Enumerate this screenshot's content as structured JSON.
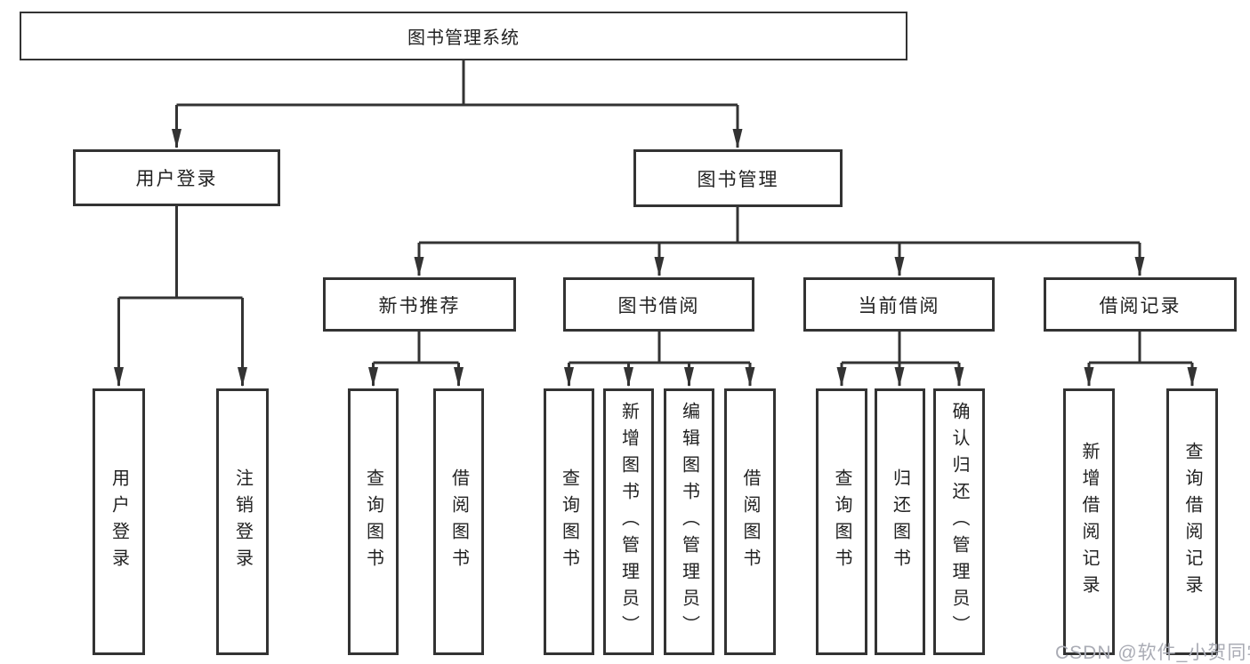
{
  "colors": {
    "background": "#ffffff",
    "line": "#333333",
    "box_border": "#333333",
    "text": "#222222",
    "watermark": "#aaacb5"
  },
  "tree": {
    "root": {
      "label": "图书管理系统"
    },
    "children": [
      {
        "label": "用户登录",
        "children": [
          {
            "label": "用户登录"
          },
          {
            "label": "注销登录"
          }
        ]
      },
      {
        "label": "图书管理",
        "children": [
          {
            "label": "新书推荐",
            "children": [
              {
                "label": "查询图书"
              },
              {
                "label": "借阅图书"
              }
            ]
          },
          {
            "label": "图书借阅",
            "children": [
              {
                "label": "查询图书"
              },
              {
                "label": "新增图书（管理员）"
              },
              {
                "label": "编辑图书（管理员）"
              },
              {
                "label": "借阅图书"
              }
            ]
          },
          {
            "label": "当前借阅",
            "children": [
              {
                "label": "查询图书"
              },
              {
                "label": "归还图书"
              },
              {
                "label": "确认归还（管理员）"
              }
            ]
          },
          {
            "label": "借阅记录",
            "children": [
              {
                "label": "新增借阅记录"
              },
              {
                "label": "查询借阅记录"
              }
            ]
          }
        ]
      }
    ]
  },
  "watermark": {
    "text": "CSDN @软件_小贺同学"
  }
}
